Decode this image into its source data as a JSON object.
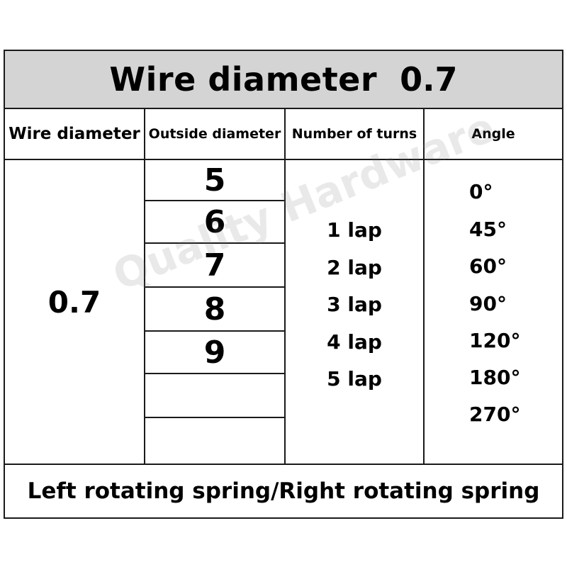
{
  "title": {
    "label": "Wire diameter",
    "value": "0.7"
  },
  "headers": [
    "Wire diameter",
    "Outside diameter",
    "Number of turns",
    "Angle"
  ],
  "wire_diameter": "0.7",
  "outside_diameters": [
    "5",
    "6",
    "7",
    "8",
    "9",
    "",
    ""
  ],
  "turns": [
    "1 lap",
    "2 lap",
    "3 lap",
    "4 lap",
    "5 lap"
  ],
  "angles": [
    "0°",
    "45°",
    "60°",
    "90°",
    "120°",
    "180°",
    "270°"
  ],
  "footer": "Left rotating spring/Right rotating spring",
  "watermark": "Quality Hardware",
  "colors": {
    "title_bar": "#d4d4d4",
    "border": "#1a1a1a",
    "text": "#000000"
  }
}
